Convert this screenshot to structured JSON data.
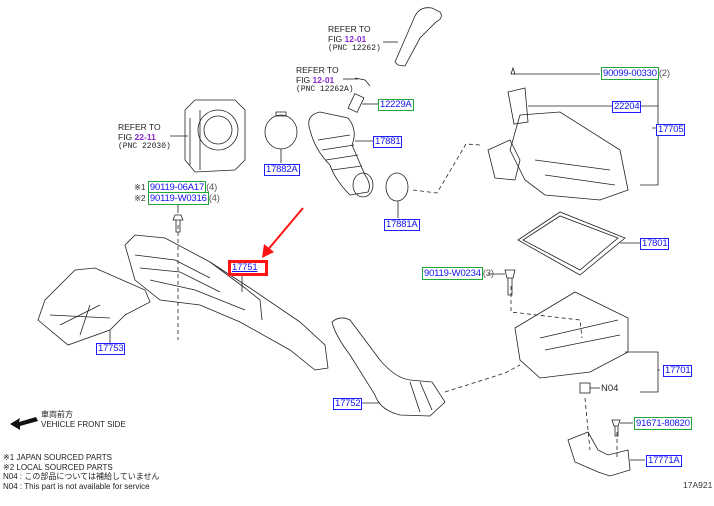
{
  "diagram": {
    "id_code": "17A921",
    "refers": [
      {
        "prefix": "REFER TO",
        "fig_label": "FIG",
        "fig": "12-01",
        "pnc": "(PNC 12262)"
      },
      {
        "prefix": "REFER TO",
        "fig_label": "FIG",
        "fig": "12-01",
        "pnc": "(PNC 12262A)"
      },
      {
        "prefix": "REFER TO",
        "fig_label": "FIG",
        "fig": "22-11",
        "pnc": "(PNC 22030)"
      }
    ],
    "parts": {
      "p12229A": "12229A",
      "p17881": "17881",
      "p17882A": "17882A",
      "p17881A": "17881A",
      "p17751": "17751",
      "p17753": "17753",
      "p17752": "17752",
      "p17705": "17705",
      "p22204": "22204",
      "p17801": "17801",
      "p17701": "17701",
      "p17771A": "17771A"
    },
    "fasteners": {
      "f1": {
        "mark": "※1",
        "number": "90119-06A17",
        "qty": "(4)"
      },
      "f2": {
        "mark": "※2",
        "number": "90119-W0316",
        "qty": "(4)"
      },
      "f3": {
        "number": "90099-00330",
        "qty": "(2)"
      },
      "f4": {
        "number": "90119-W0234",
        "qty": "(3)"
      },
      "f5": {
        "number": "91671-80820",
        "qty": ""
      }
    },
    "n04_label": "N04",
    "direction": {
      "jp": "車両前方",
      "en": "VEHICLE FRONT SIDE"
    },
    "legend": [
      "※1  JAPAN SOURCED PARTS",
      "※2  LOCAL SOURCED PARTS",
      "N04 : この部品については補給していません",
      "N04 : This part is not available for service"
    ],
    "colors": {
      "part_box": "#1e1eff",
      "fastener_box": "#22a53a",
      "highlight": "#ff1414",
      "fig_ref": "#8a2bd0"
    }
  }
}
